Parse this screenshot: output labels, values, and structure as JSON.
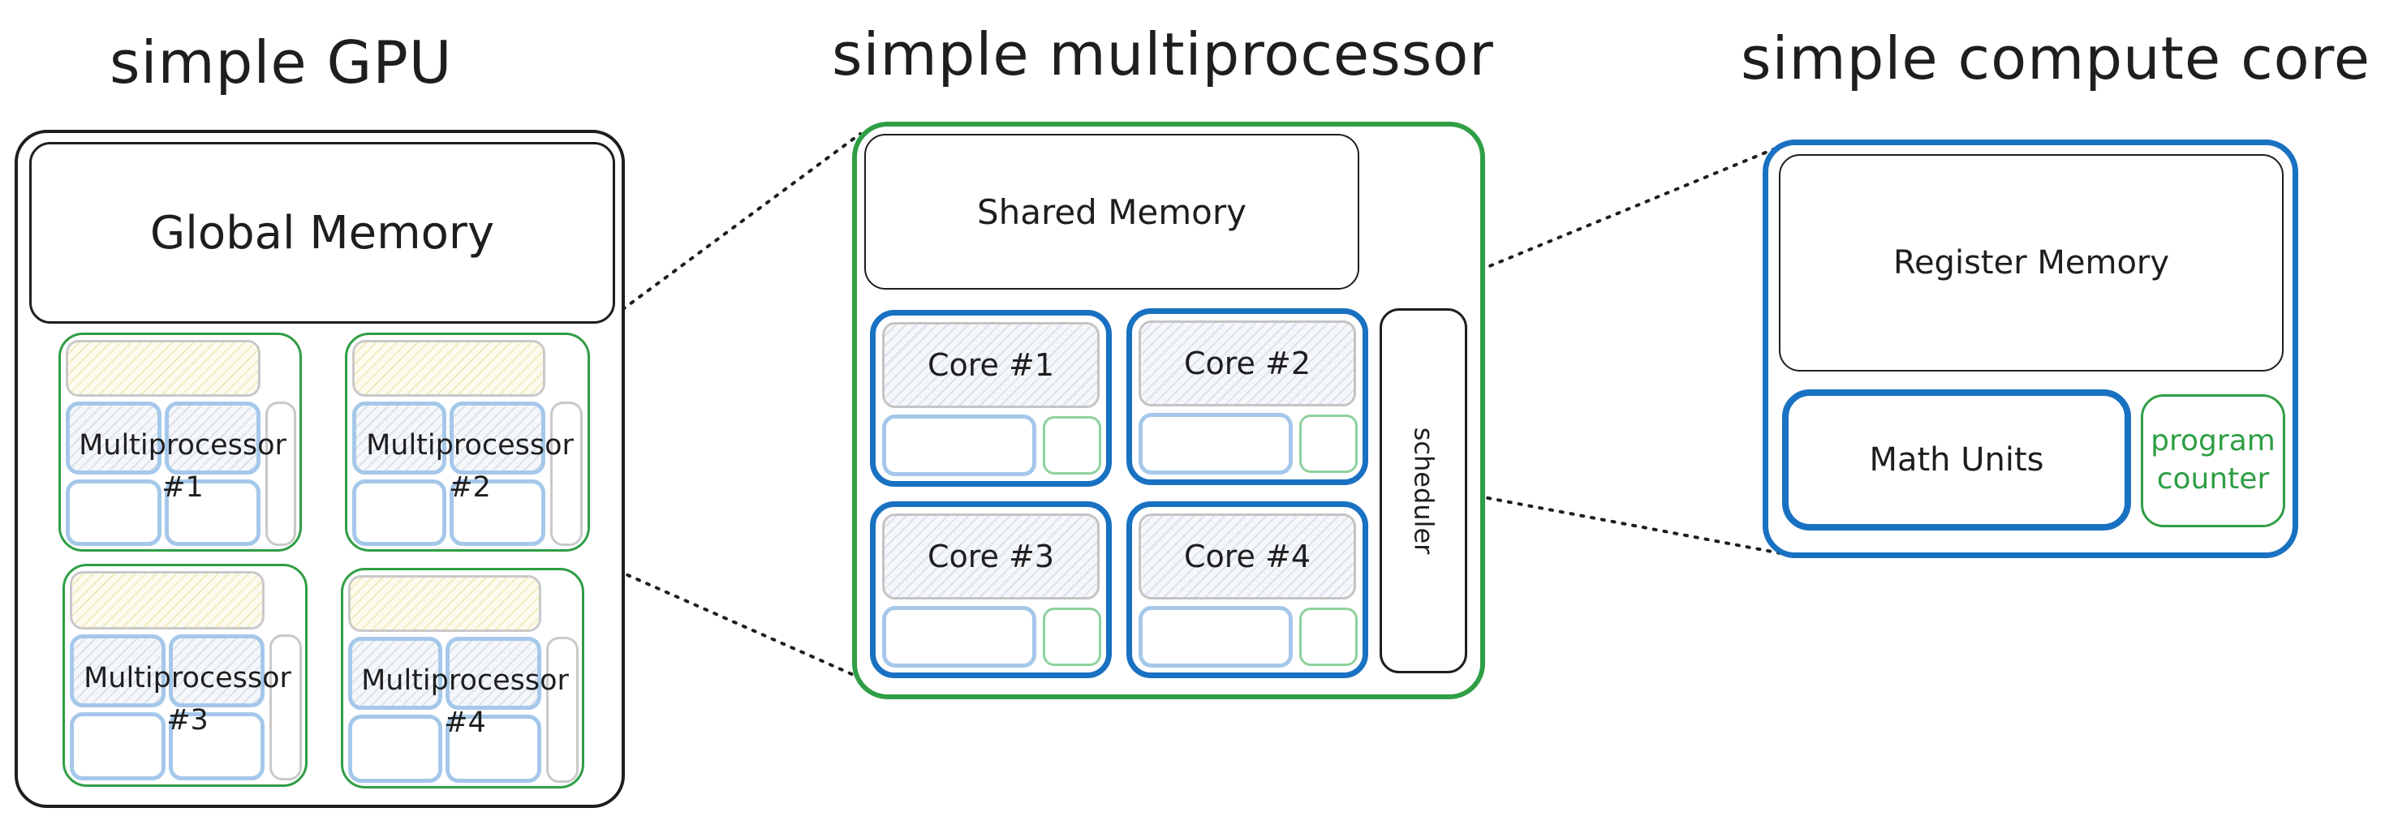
{
  "titles": {
    "gpu": "simple GPU",
    "multiprocessor": "simple multiprocessor",
    "core": "simple compute core"
  },
  "gpu": {
    "global_memory": "Global Memory",
    "multiprocessors": [
      {
        "line1": "Multiprocessor",
        "line2": "#1"
      },
      {
        "line1": "Multiprocessor",
        "line2": "#2"
      },
      {
        "line1": "Multiprocessor",
        "line2": "#3"
      },
      {
        "line1": "Multiprocessor",
        "line2": "#4"
      }
    ]
  },
  "multiprocessor": {
    "shared_memory": "Shared Memory",
    "scheduler": "scheduler",
    "cores": [
      "Core #1",
      "Core #2",
      "Core #3",
      "Core #4"
    ]
  },
  "core": {
    "register_memory": "Register Memory",
    "math_units": "Math Units",
    "program_counter_line1": "program",
    "program_counter_line2": "counter"
  },
  "colors": {
    "green": "#2f9e44",
    "blue": "#1971c2",
    "light_blue": "#a5c8ea",
    "black": "#1e1e1e"
  }
}
